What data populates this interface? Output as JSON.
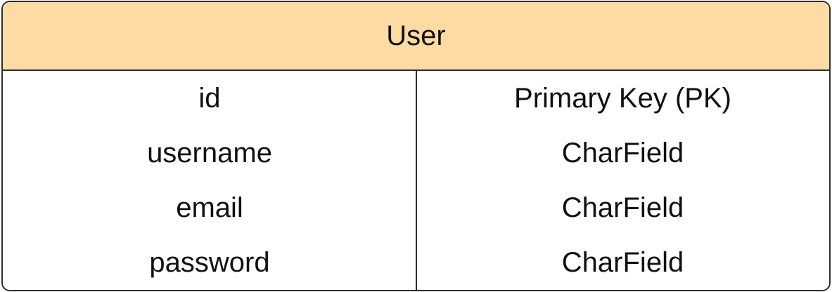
{
  "entity": {
    "title": "User",
    "fields": [
      {
        "name": "id",
        "type": "Primary Key (PK)"
      },
      {
        "name": "username",
        "type": "CharField"
      },
      {
        "name": "email",
        "type": "CharField"
      },
      {
        "name": "password",
        "type": "CharField"
      }
    ]
  },
  "colors": {
    "header_fill": "#ffdba4",
    "border": "#2e2e2e",
    "text": "#111111"
  }
}
